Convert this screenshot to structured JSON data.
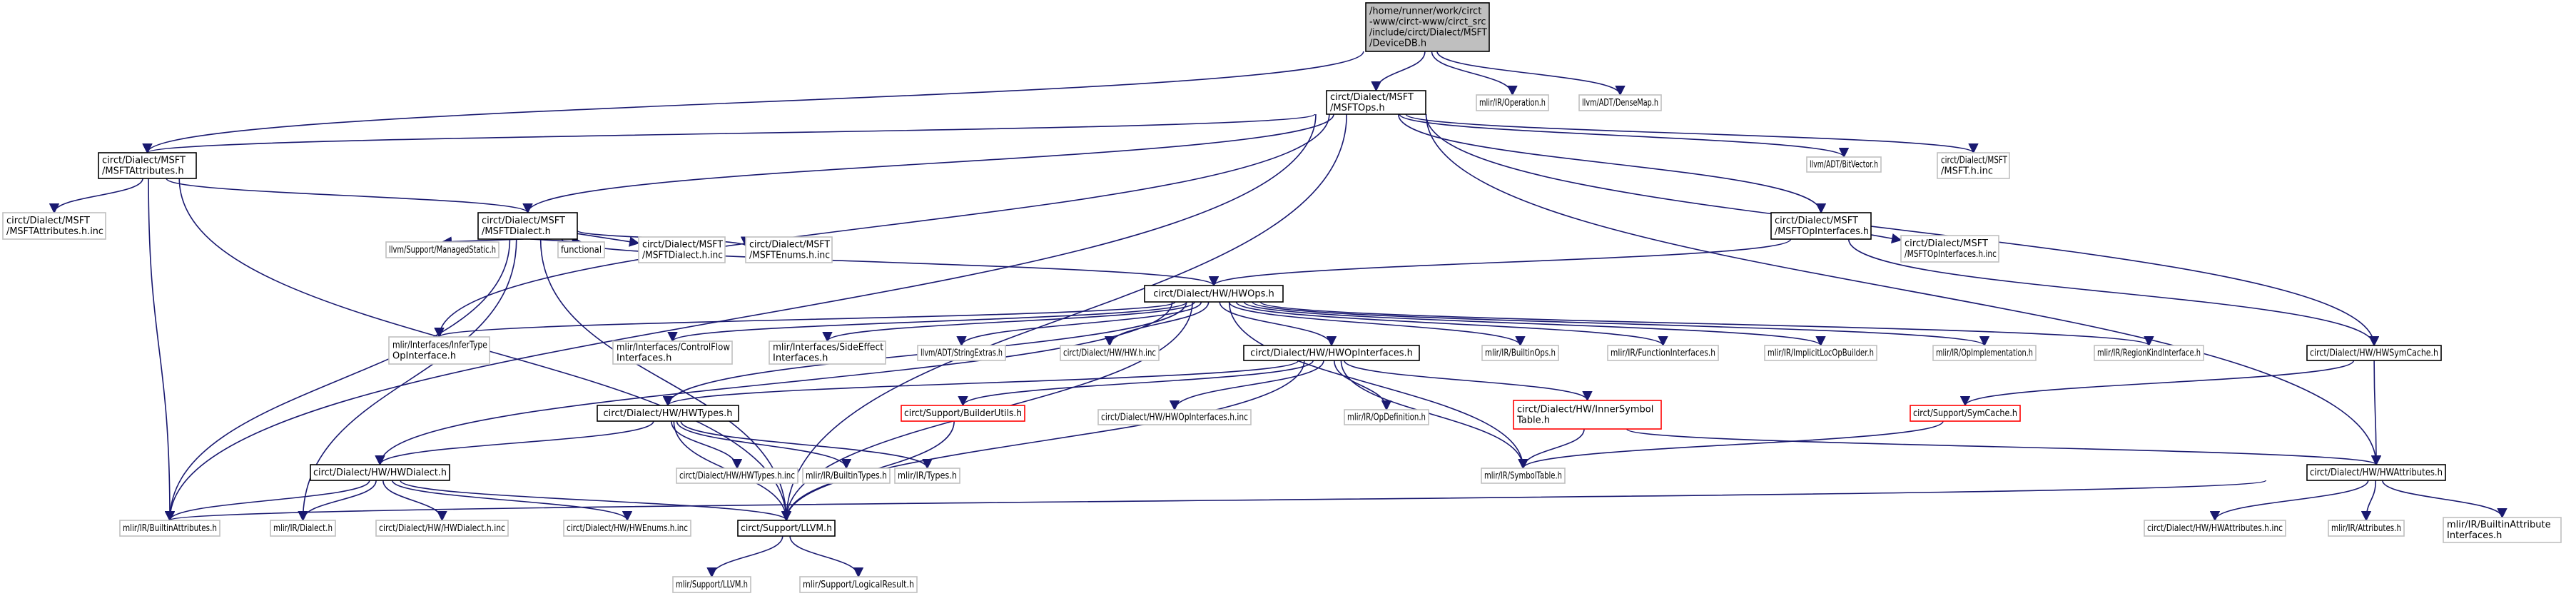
{
  "colors": {
    "edge": "#191970",
    "text": "#000000",
    "root_fill": "#bfbfbf",
    "root_border": "#000000",
    "documented_border": "#000000",
    "undocumented_border": "#bfbfbf",
    "truncated_border": "#ff0000",
    "fill": "#ffffff"
  },
  "nodes": [
    {
      "id": "root",
      "lines": [
        "/home/runner/work/circt",
        "-www/circt-www/circt_src",
        "/include/circt/Dialect/MSFT",
        "/DeviceDB.h"
      ],
      "kind": "root"
    },
    {
      "id": "msftops",
      "lines": [
        "circt/Dialect/MSFT",
        "/MSFTOps.h"
      ],
      "kind": "documented"
    },
    {
      "id": "operation",
      "lines": [
        "mlir/IR/Operation.h"
      ],
      "kind": "external"
    },
    {
      "id": "densemap",
      "lines": [
        "llvm/ADT/DenseMap.h"
      ],
      "kind": "external"
    },
    {
      "id": "msftattr",
      "lines": [
        "circt/Dialect/MSFT",
        "/MSFTAttributes.h"
      ],
      "kind": "documented"
    },
    {
      "id": "bitvector",
      "lines": [
        "llvm/ADT/BitVector.h"
      ],
      "kind": "external"
    },
    {
      "id": "msfthinc",
      "lines": [
        "circt/Dialect/MSFT",
        "/MSFT.h.inc"
      ],
      "kind": "external"
    },
    {
      "id": "msftattrinc",
      "lines": [
        "circt/Dialect/MSFT",
        "/MSFTAttributes.h.inc"
      ],
      "kind": "external"
    },
    {
      "id": "msftdialect",
      "lines": [
        "circt/Dialect/MSFT",
        "/MSFTDialect.h"
      ],
      "kind": "documented"
    },
    {
      "id": "msftopif",
      "lines": [
        "circt/Dialect/MSFT",
        "/MSFTOpInterfaces.h"
      ],
      "kind": "documented"
    },
    {
      "id": "managedstatic",
      "lines": [
        "llvm/Support/ManagedStatic.h"
      ],
      "kind": "external"
    },
    {
      "id": "functional",
      "lines": [
        "functional"
      ],
      "kind": "external"
    },
    {
      "id": "msftdialectinc",
      "lines": [
        "circt/Dialect/MSFT",
        "/MSFTDialect.h.inc"
      ],
      "kind": "external"
    },
    {
      "id": "msftenumsinc",
      "lines": [
        "circt/Dialect/MSFT",
        "/MSFTEnums.h.inc"
      ],
      "kind": "external"
    },
    {
      "id": "msftopifinc",
      "lines": [
        "circt/Dialect/MSFT",
        "/MSFTOpInterfaces.h.inc"
      ],
      "kind": "external"
    },
    {
      "id": "hwops",
      "lines": [
        "circt/Dialect/HW/HWOps.h"
      ],
      "kind": "documented"
    },
    {
      "id": "infertype",
      "lines": [
        "mlir/Interfaces/InferType",
        "OpInterface.h"
      ],
      "kind": "external"
    },
    {
      "id": "controlflow",
      "lines": [
        "mlir/Interfaces/ControlFlow",
        "Interfaces.h"
      ],
      "kind": "external"
    },
    {
      "id": "sideeffect",
      "lines": [
        "mlir/Interfaces/SideEffect",
        "Interfaces.h"
      ],
      "kind": "external"
    },
    {
      "id": "stringextras",
      "lines": [
        "llvm/ADT/StringExtras.h"
      ],
      "kind": "external"
    },
    {
      "id": "hwhinc",
      "lines": [
        "circt/Dialect/HW/HW.h.inc"
      ],
      "kind": "external"
    },
    {
      "id": "hwopif",
      "lines": [
        "circt/Dialect/HW/HWOpInterfaces.h"
      ],
      "kind": "documented"
    },
    {
      "id": "builtinops",
      "lines": [
        "mlir/IR/BuiltinOps.h"
      ],
      "kind": "external"
    },
    {
      "id": "funcif",
      "lines": [
        "mlir/IR/FunctionInterfaces.h"
      ],
      "kind": "external"
    },
    {
      "id": "implicitloc",
      "lines": [
        "mlir/IR/ImplicitLocOpBuilder.h"
      ],
      "kind": "external"
    },
    {
      "id": "opimpl",
      "lines": [
        "mlir/IR/OpImplementation.h"
      ],
      "kind": "external"
    },
    {
      "id": "regionkind",
      "lines": [
        "mlir/IR/RegionKindInterface.h"
      ],
      "kind": "external"
    },
    {
      "id": "hwsymcache",
      "lines": [
        "circt/Dialect/HW/HWSymCache.h"
      ],
      "kind": "documented"
    },
    {
      "id": "hwtypes",
      "lines": [
        "circt/Dialect/HW/HWTypes.h"
      ],
      "kind": "documented"
    },
    {
      "id": "builderutils",
      "lines": [
        "circt/Support/BuilderUtils.h"
      ],
      "kind": "truncated"
    },
    {
      "id": "hwopifinc",
      "lines": [
        "circt/Dialect/HW/HWOpInterfaces.h.inc"
      ],
      "kind": "external"
    },
    {
      "id": "opdef",
      "lines": [
        "mlir/IR/OpDefinition.h"
      ],
      "kind": "external"
    },
    {
      "id": "innersym",
      "lines": [
        "circt/Dialect/HW/InnerSymbol",
        "Table.h"
      ],
      "kind": "truncated"
    },
    {
      "id": "symcache",
      "lines": [
        "circt/Support/SymCache.h"
      ],
      "kind": "truncated"
    },
    {
      "id": "hwtypesinc",
      "lines": [
        "circt/Dialect/HW/HWTypes.h.inc"
      ],
      "kind": "external"
    },
    {
      "id": "builtintypes",
      "lines": [
        "mlir/IR/BuiltinTypes.h"
      ],
      "kind": "external"
    },
    {
      "id": "irtypes",
      "lines": [
        "mlir/IR/Types.h"
      ],
      "kind": "external"
    },
    {
      "id": "symtable",
      "lines": [
        "mlir/IR/SymbolTable.h"
      ],
      "kind": "external"
    },
    {
      "id": "hwdialect",
      "lines": [
        "circt/Dialect/HW/HWDialect.h"
      ],
      "kind": "documented"
    },
    {
      "id": "hwattr",
      "lines": [
        "circt/Dialect/HW/HWAttributes.h"
      ],
      "kind": "documented"
    },
    {
      "id": "builtinattr",
      "lines": [
        "mlir/IR/BuiltinAttributes.h"
      ],
      "kind": "external"
    },
    {
      "id": "irdialect",
      "lines": [
        "mlir/IR/Dialect.h"
      ],
      "kind": "external"
    },
    {
      "id": "hwdialectinc",
      "lines": [
        "circt/Dialect/HW/HWDialect.h.inc"
      ],
      "kind": "external"
    },
    {
      "id": "hwenumsinc",
      "lines": [
        "circt/Dialect/HW/HWEnums.h.inc"
      ],
      "kind": "external"
    },
    {
      "id": "supportllvm",
      "lines": [
        "circt/Support/LLVM.h"
      ],
      "kind": "documented"
    },
    {
      "id": "hwattrinc",
      "lines": [
        "circt/Dialect/HW/HWAttributes.h.inc"
      ],
      "kind": "external"
    },
    {
      "id": "irattr",
      "lines": [
        "mlir/IR/Attributes.h"
      ],
      "kind": "external"
    },
    {
      "id": "builtinattrif",
      "lines": [
        "mlir/IR/BuiltinAttribute",
        "Interfaces.h"
      ],
      "kind": "external"
    },
    {
      "id": "mlirllvm",
      "lines": [
        "mlir/Support/LLVM.h"
      ],
      "kind": "external"
    },
    {
      "id": "logicalresult",
      "lines": [
        "mlir/Support/LogicalResult.h"
      ],
      "kind": "external"
    }
  ],
  "edges": [
    [
      "root",
      "msftops"
    ],
    [
      "root",
      "operation"
    ],
    [
      "root",
      "densemap"
    ],
    [
      "root",
      "msftattr"
    ],
    [
      "msftops",
      "msftattr"
    ],
    [
      "msftops",
      "msftdialect"
    ],
    [
      "msftops",
      "msftopif"
    ],
    [
      "msftops",
      "bitvector"
    ],
    [
      "msftops",
      "msfthinc"
    ],
    [
      "msftops",
      "infertype"
    ],
    [
      "msftops",
      "builtinattr"
    ],
    [
      "msftops",
      "hwattr"
    ],
    [
      "msftops",
      "supportllvm"
    ],
    [
      "msftops",
      "hwsymcache"
    ],
    [
      "msftattr",
      "msftattrinc"
    ],
    [
      "msftattr",
      "msftdialect"
    ],
    [
      "msftattr",
      "builtinattr"
    ],
    [
      "msftattr",
      "supportllvm"
    ],
    [
      "msftdialect",
      "managedstatic"
    ],
    [
      "msftdialect",
      "functional"
    ],
    [
      "msftdialect",
      "msftdialectinc"
    ],
    [
      "msftdialect",
      "msftenumsinc"
    ],
    [
      "msftdialect",
      "hwops"
    ],
    [
      "msftdialect",
      "builtinattr"
    ],
    [
      "msftdialect",
      "irdialect"
    ],
    [
      "msftdialect",
      "supportllvm"
    ],
    [
      "msftopif",
      "hwops"
    ],
    [
      "msftopif",
      "msftopifinc"
    ],
    [
      "msftopif",
      "hwsymcache"
    ],
    [
      "hwops",
      "infertype"
    ],
    [
      "hwops",
      "controlflow"
    ],
    [
      "hwops",
      "sideeffect"
    ],
    [
      "hwops",
      "stringextras"
    ],
    [
      "hwops",
      "hwhinc"
    ],
    [
      "hwops",
      "hwopif"
    ],
    [
      "hwops",
      "builtinops"
    ],
    [
      "hwops",
      "funcif"
    ],
    [
      "hwops",
      "implicitloc"
    ],
    [
      "hwops",
      "opimpl"
    ],
    [
      "hwops",
      "regionkind"
    ],
    [
      "hwops",
      "hwtypes"
    ],
    [
      "hwops",
      "hwdialect"
    ],
    [
      "hwops",
      "symtable"
    ],
    [
      "hwops",
      "supportllvm"
    ],
    [
      "hwopif",
      "builderutils"
    ],
    [
      "hwopif",
      "hwopifinc"
    ],
    [
      "hwopif",
      "opdef"
    ],
    [
      "hwopif",
      "innersym"
    ],
    [
      "hwopif",
      "symtable"
    ],
    [
      "hwopif",
      "hwtypes"
    ],
    [
      "hwopif",
      "supportllvm"
    ],
    [
      "hwsymcache",
      "symcache"
    ],
    [
      "hwsymcache",
      "hwattr"
    ],
    [
      "hwtypes",
      "hwtypesinc"
    ],
    [
      "hwtypes",
      "builtintypes"
    ],
    [
      "hwtypes",
      "irtypes"
    ],
    [
      "hwtypes",
      "hwdialect"
    ],
    [
      "hwtypes",
      "supportllvm"
    ],
    [
      "builderutils",
      "supportllvm"
    ],
    [
      "innersym",
      "symtable"
    ],
    [
      "innersym",
      "hwattr"
    ],
    [
      "symcache",
      "symtable"
    ],
    [
      "hwdialect",
      "builtinattr"
    ],
    [
      "hwdialect",
      "irdialect"
    ],
    [
      "hwdialect",
      "hwdialectinc"
    ],
    [
      "hwdialect",
      "hwenumsinc"
    ],
    [
      "hwdialect",
      "supportllvm"
    ],
    [
      "hwattr",
      "hwattrinc"
    ],
    [
      "hwattr",
      "irattr"
    ],
    [
      "hwattr",
      "builtinattrif"
    ],
    [
      "hwattr",
      "builtinattr"
    ],
    [
      "supportllvm",
      "mlirllvm"
    ],
    [
      "supportllvm",
      "logicalresult"
    ]
  ]
}
